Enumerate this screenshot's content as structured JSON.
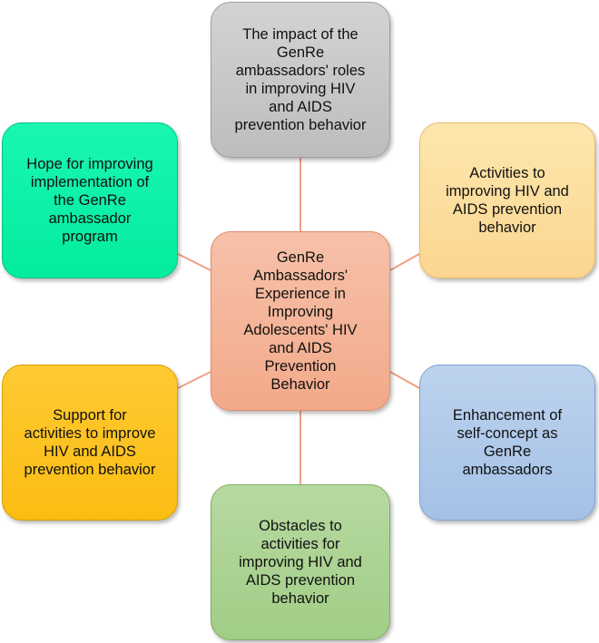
{
  "diagram": {
    "center": "GenRe\nAmbassadors'\nExperience in\nImproving\nAdolescents' HIV\nand AIDS\nPrevention\nBehavior",
    "themes": {
      "top": "The impact of the\nGenRe\nambassadors' roles\nin improving HIV\nand AIDS\nprevention behavior",
      "upper_right": "Activities to\nimproving HIV and\nAIDS prevention\nbehavior",
      "lower_right": "Enhancement of\nself-concept as\nGenRe\nambassadors",
      "bottom": "Obstacles to\nactivities for\nimproving HIV and\nAIDS prevention\nbehavior",
      "lower_left": "Support for\nactivities to improve\nHIV and AIDS\nprevention behavior",
      "upper_left": "Hope for improving\nimplementation of\nthe GenRe\nambassador\nprogram"
    },
    "colors": {
      "connector": "#f0a080",
      "center": "#f4b196",
      "top": "#c8c8c8",
      "upper_right": "#fddc9a",
      "lower_right": "#aec9ea",
      "bottom": "#a9d18e",
      "lower_left": "#ffc000",
      "upper_left": "#00f0a5"
    }
  }
}
